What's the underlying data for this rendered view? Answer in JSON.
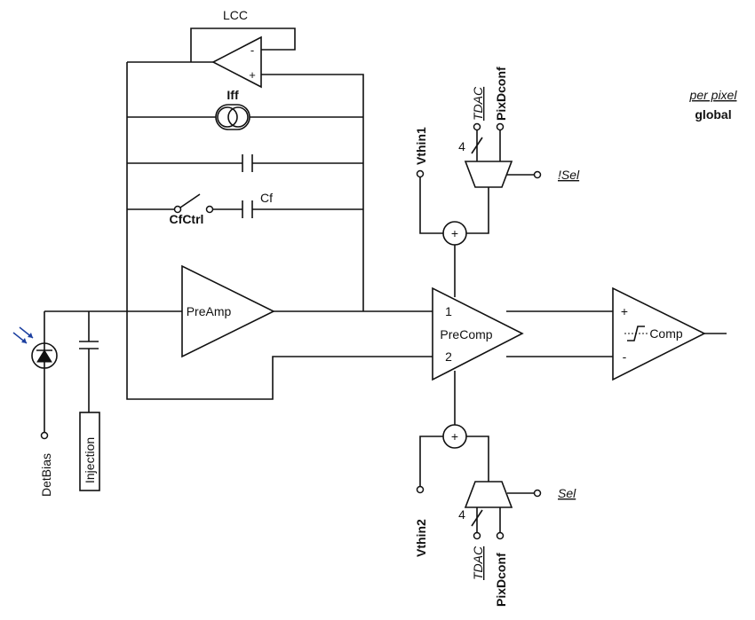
{
  "labels": {
    "lcc": "LCC",
    "iff": "Iff",
    "cf": "Cf",
    "cfctrl": "CfCtrl",
    "preamp": "PreAmp",
    "precomp": "PreComp",
    "comp": "Comp",
    "vthin1": "Vthin1",
    "vthin2": "Vthin2",
    "tdac_top": "TDAC",
    "pixdconf_top": "PixDconf",
    "tdac_bottom": "TDAC",
    "pixdconf_bottom": "PixDconf",
    "nsel": "!Sel",
    "sel": "Sel",
    "detbias": "DetBias",
    "injection": "Injection",
    "bus_width_top": "4",
    "bus_width_bottom": "4",
    "precomp_in1": "1",
    "precomp_in2": "2",
    "comp_plus": "+",
    "comp_minus": "-",
    "lcc_minus": "-",
    "lcc_plus": "+",
    "sum_top": "+",
    "sum_bottom": "+"
  },
  "legend": {
    "per_pixel": "per pixel",
    "global": "global"
  }
}
